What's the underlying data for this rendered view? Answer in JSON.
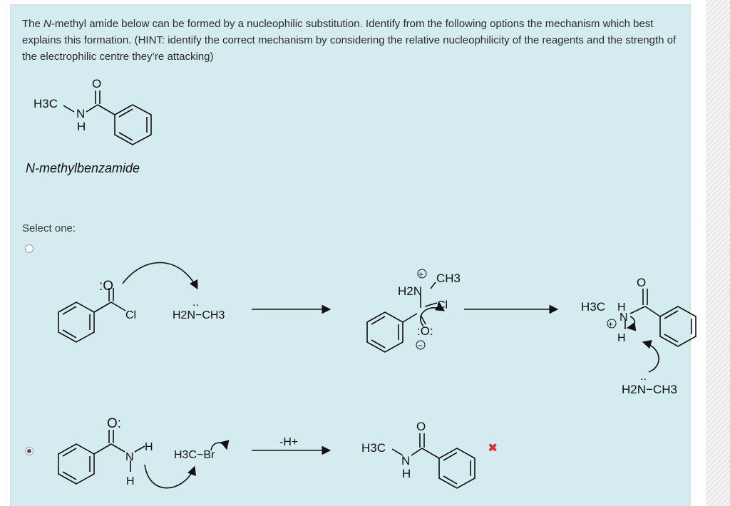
{
  "question": {
    "p1": "The ",
    "n_italic": "N",
    "p2": "-methyl amide below can be formed by a nucleophilic substitution. Identify from the following options the mechanism which best explains this formation. (HINT: identify the correct mechanism by considering the relative nucleophilicity of the reagents and the strength of the electrophilic centre they’re attacking)"
  },
  "structure": {
    "name": "N-methylbenzamide",
    "o_label": "O",
    "h3c_label": "H3C",
    "n_label": "N",
    "h_label": "H"
  },
  "select_label": "Select one:",
  "options": [
    {
      "selected": false,
      "reactant_o": ":O",
      "leaving_group": "Cl",
      "nucleophile": "H2N−CH3",
      "intermediate_top": "H2N",
      "intermediate_ch3": "CH3",
      "intermediate_cl": "Cl",
      "intermediate_o": ":O:",
      "plus": "+",
      "minus": "−",
      "product_o": "O",
      "product_h3c": "H3C",
      "product_h": "H",
      "product_n": "N",
      "base": "H2N−CH3"
    },
    {
      "selected": true,
      "reactant_o": "O:",
      "n_label": "N",
      "h_top": "H",
      "h_bottom": "H",
      "electrophile": "H3C−Br",
      "condition": "-H+",
      "product_o": "O",
      "product_h3c": "H3C",
      "product_n": "N",
      "product_h": "H",
      "feedback": "incorrect-cross"
    }
  ],
  "colors": {
    "panel": "#d4ebf0",
    "feedback_incorrect": "#d9302c"
  }
}
